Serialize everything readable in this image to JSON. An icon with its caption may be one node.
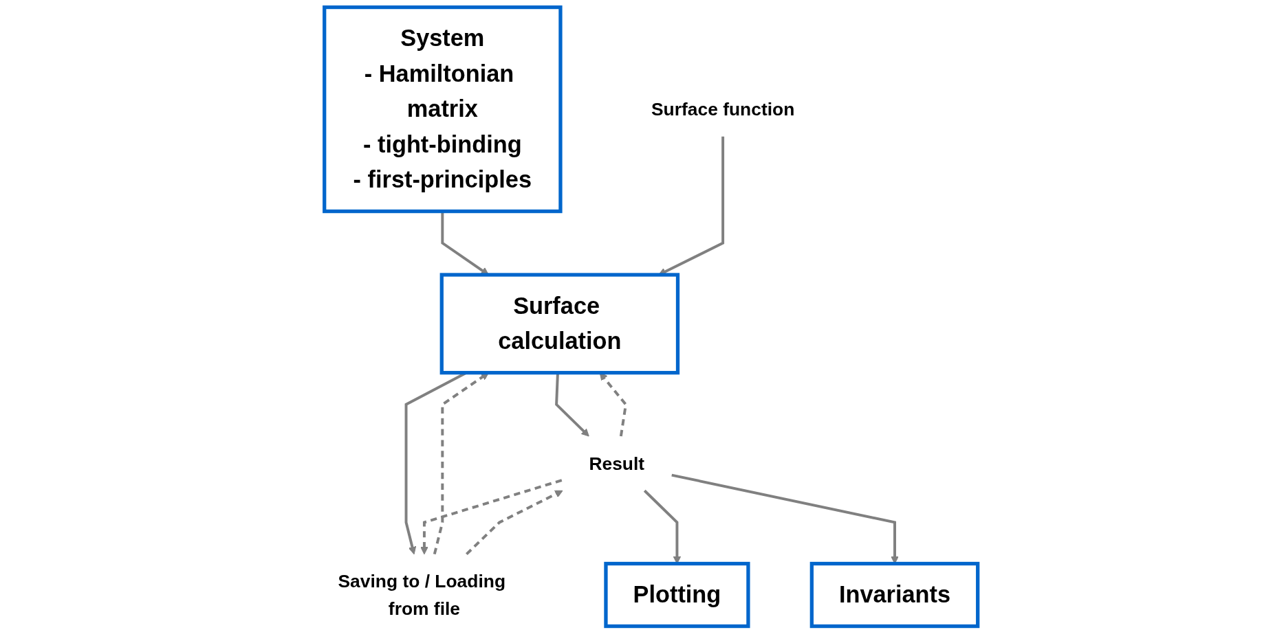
{
  "diagram": {
    "nodes": [
      {
        "text": [
          "System",
          "- Hamiltonian matrix",
          "- tight-binding",
          "- first-principles"
        ]
      },
      {
        "text": [
          "Surface function"
        ]
      },
      {
        "text": [
          "Surface calculation"
        ]
      },
      {
        "text": [
          "Result"
        ]
      },
      {
        "text": [
          "Saving to / Loading from file"
        ]
      },
      {
        "text": [
          "Plotting"
        ]
      },
      {
        "text": [
          "Invariants"
        ]
      }
    ],
    "edges": [
      {
        "from": 0,
        "to": 2,
        "arrow": "to"
      },
      {
        "from": 1,
        "to": 2,
        "arrow": "to"
      },
      {
        "from": 2,
        "to": 3,
        "arrow": "to"
      },
      {
        "from": 3,
        "to": 2,
        "arrow": "to",
        "style": "dashed"
      },
      {
        "from": 2,
        "to": 4,
        "arrow": "to"
      },
      {
        "from": 4,
        "to": 2,
        "arrow": "to",
        "style": "dashed"
      },
      {
        "from": 3,
        "to": 4,
        "arrow": "to",
        "style": "dashed"
      },
      {
        "from": 4,
        "to": 3,
        "arrow": "to",
        "style": "dashed"
      },
      {
        "from": 3,
        "to": 5,
        "arrow": "to"
      },
      {
        "from": 3,
        "to": 6,
        "arrow": "to"
      }
    ]
  }
}
